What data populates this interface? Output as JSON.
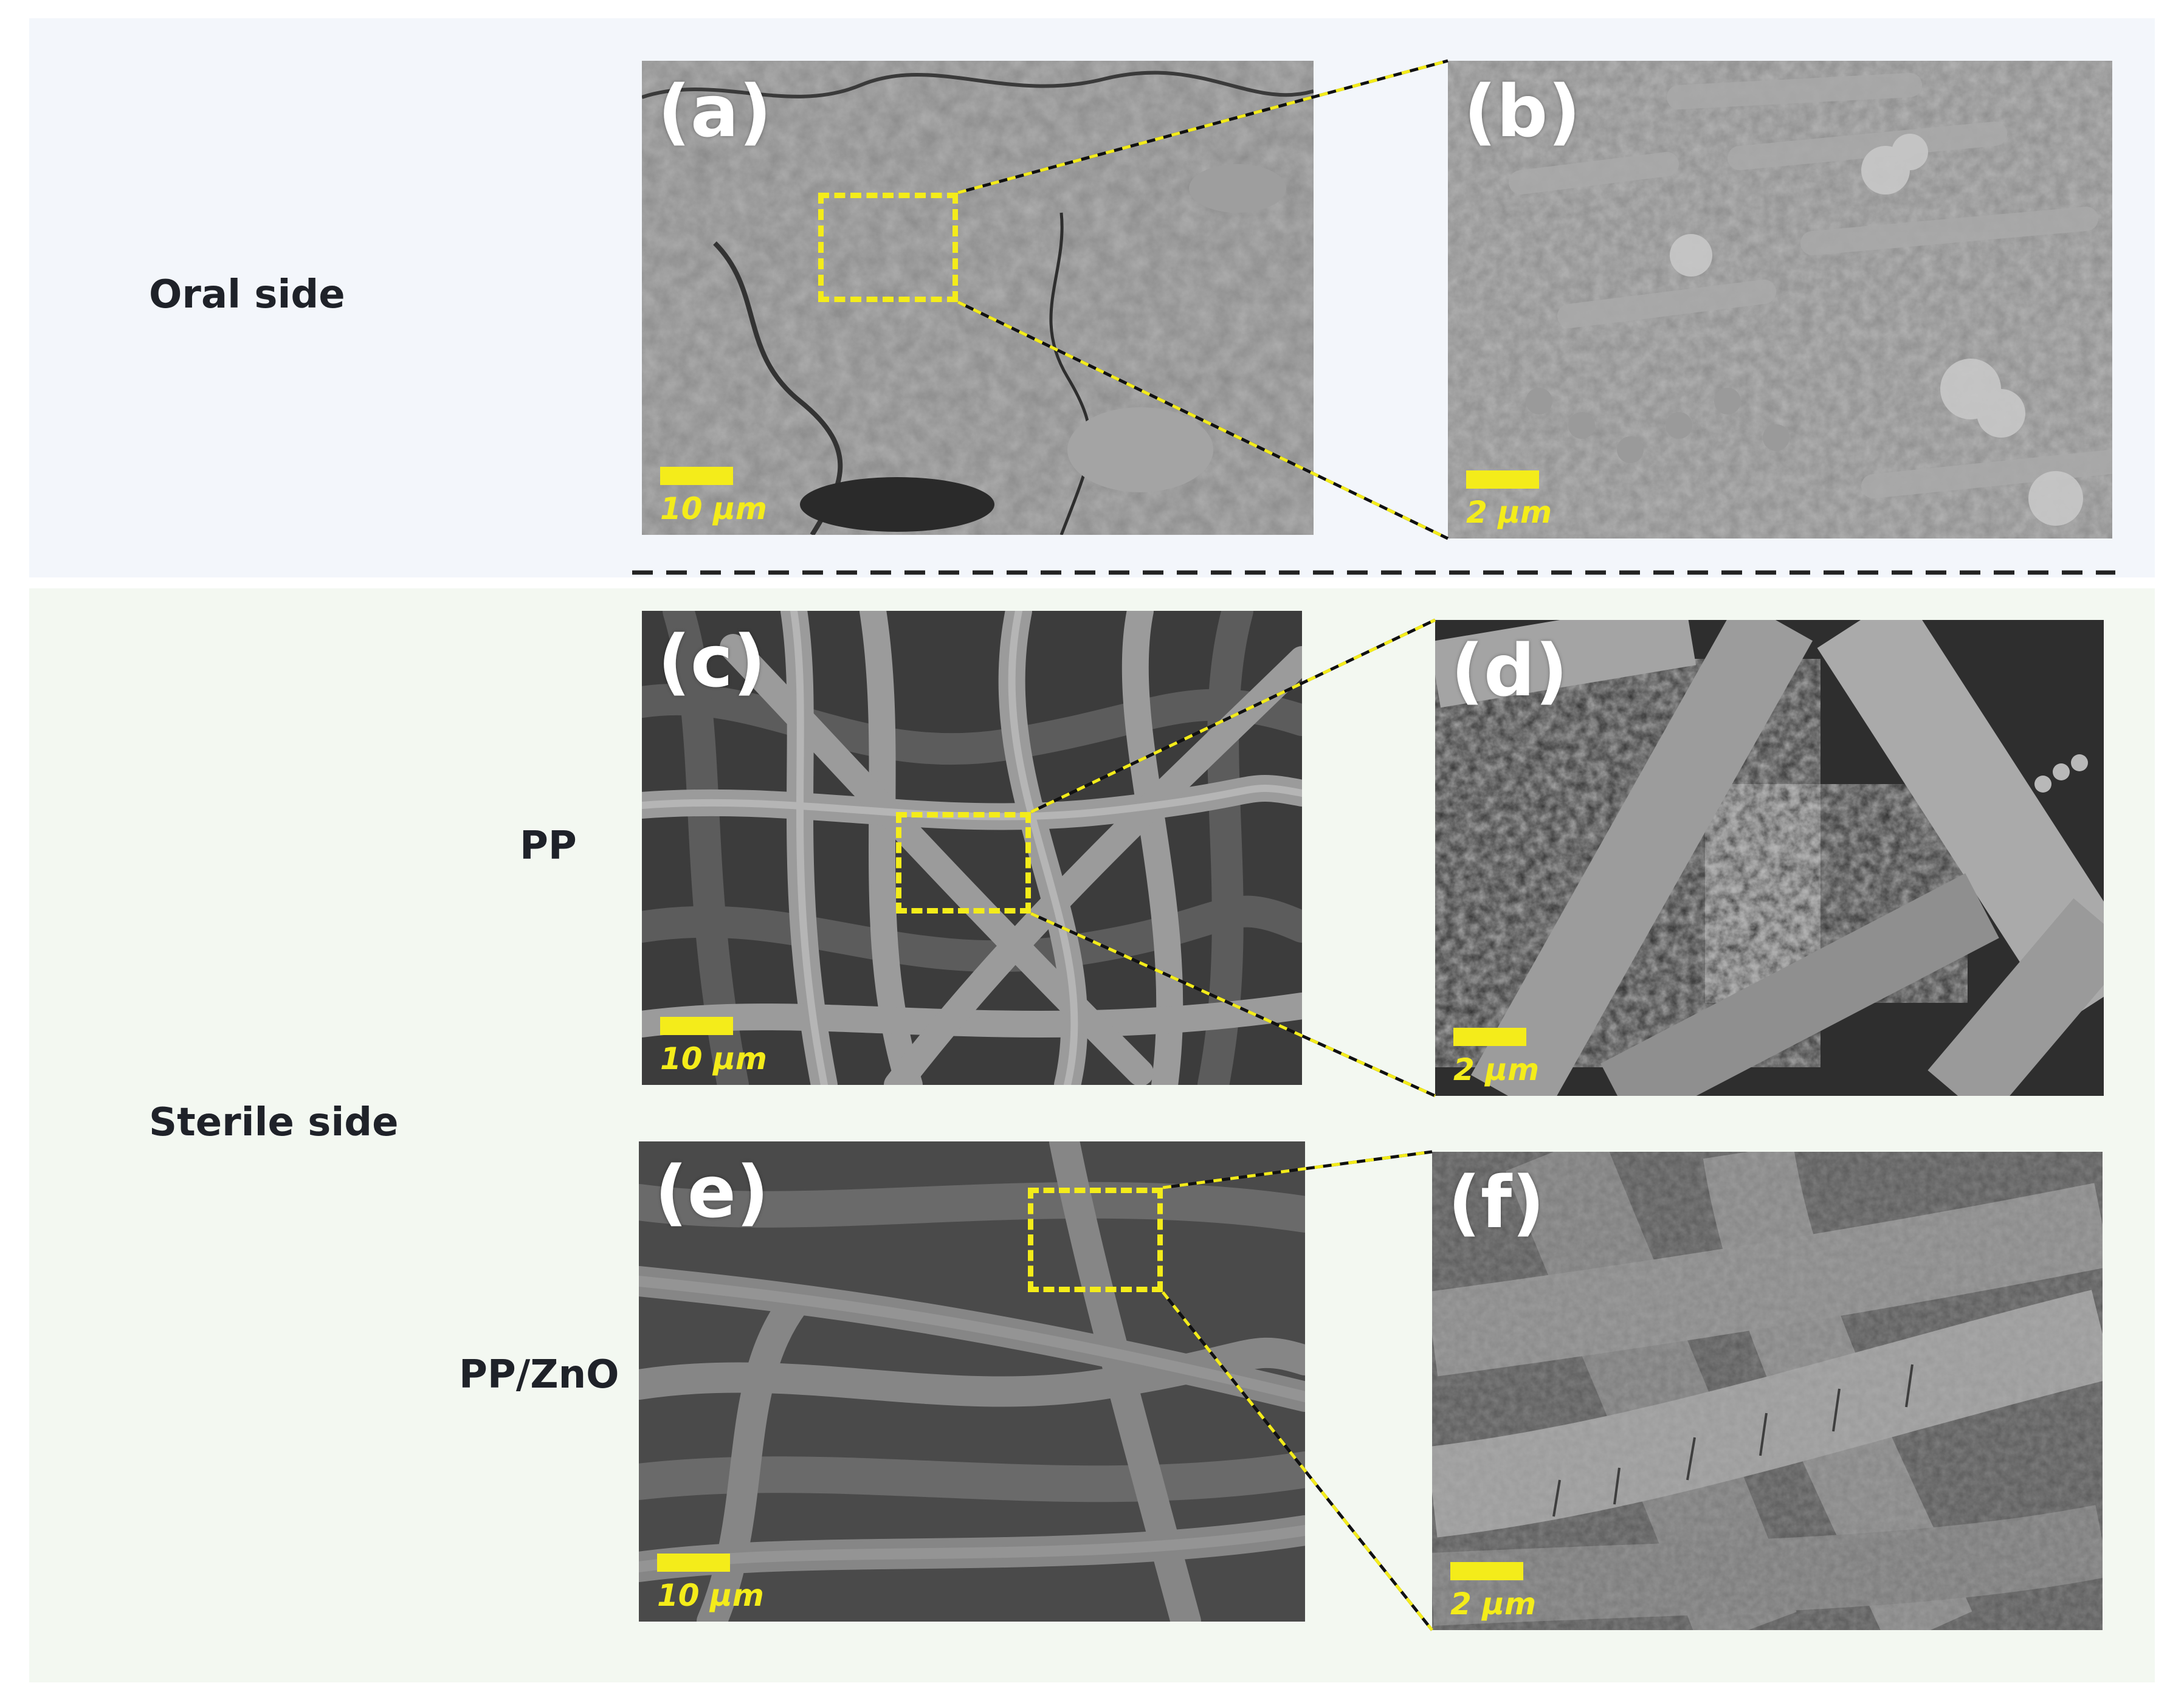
{
  "rows": {
    "oral": {
      "label": "Oral side"
    },
    "sterile": {
      "label": "Sterile side"
    }
  },
  "samples": {
    "pp": {
      "label": "PP"
    },
    "pp_zno": {
      "label": "PP/ZnO"
    }
  },
  "panels": {
    "a": {
      "label": "(a)",
      "scale_text": "10 μm"
    },
    "b": {
      "label": "(b)",
      "scale_text": "2 μm"
    },
    "c": {
      "label": "(c)",
      "scale_text": "10 μm"
    },
    "d": {
      "label": "(d)",
      "scale_text": "2 μm"
    },
    "e": {
      "label": "(e)",
      "scale_text": "10 μm"
    },
    "f": {
      "label": "(f)",
      "scale_text": "2 μm"
    }
  },
  "colors": {
    "highlight": "#f4ec1a",
    "oral_band": "#f3f6fb",
    "sterile_band": "#f3f8f1"
  }
}
